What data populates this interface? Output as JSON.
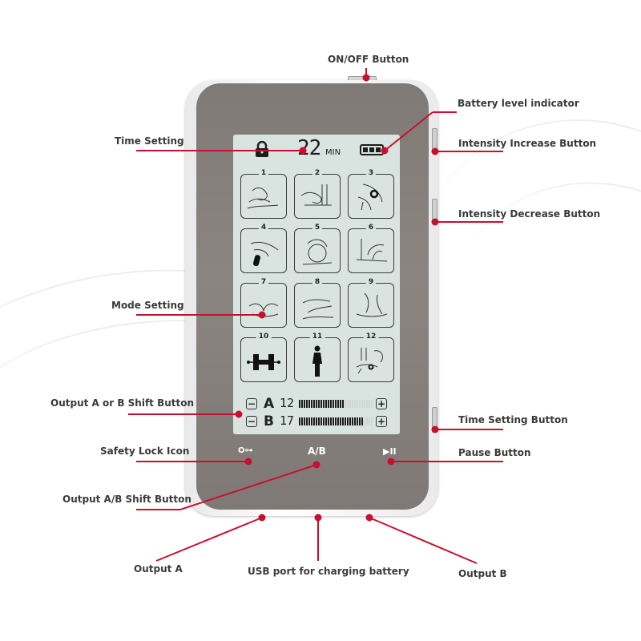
{
  "callouts": {
    "on_off": "ON/OFF Button",
    "battery": "Battery level indicator",
    "time_setting": "Time Setting",
    "intensity_increase": "Intensity Increase Button",
    "intensity_decrease": "Intensity Decrease Button",
    "mode_setting": "Mode Setting",
    "output_ab_shift_top": "Output A or B Shift Button",
    "time_setting_button": "Time Setting Button",
    "safety_lock": "Safety Lock Icon",
    "pause": "Pause Button",
    "output_ab_shift": "Output A/B Shift Button",
    "output_a": "Output A",
    "usb": "USB port for charging battery",
    "output_b": "Output B"
  },
  "lcd": {
    "time_value": "22",
    "time_unit": "MIN",
    "lock_icon": "lock-icon",
    "battery_icon": "battery-full-icon",
    "modes": [
      "1",
      "2",
      "3",
      "4",
      "5",
      "6",
      "7",
      "8",
      "9",
      "10",
      "11",
      "12"
    ],
    "channels": [
      {
        "letter": "A",
        "value": "12",
        "level_pct": 62,
        "minus": "−",
        "plus": "+"
      },
      {
        "letter": "B",
        "value": "17",
        "level_pct": 88,
        "minus": "−",
        "plus": "+"
      }
    ]
  },
  "face_buttons": {
    "lock_label": "O⊶",
    "ab_label": "A/B",
    "pause_label": "▶II"
  },
  "colors": {
    "callout_red": "#c8102e",
    "lcd_bg": "#d9e4e1",
    "device_face": "#847e7b"
  }
}
